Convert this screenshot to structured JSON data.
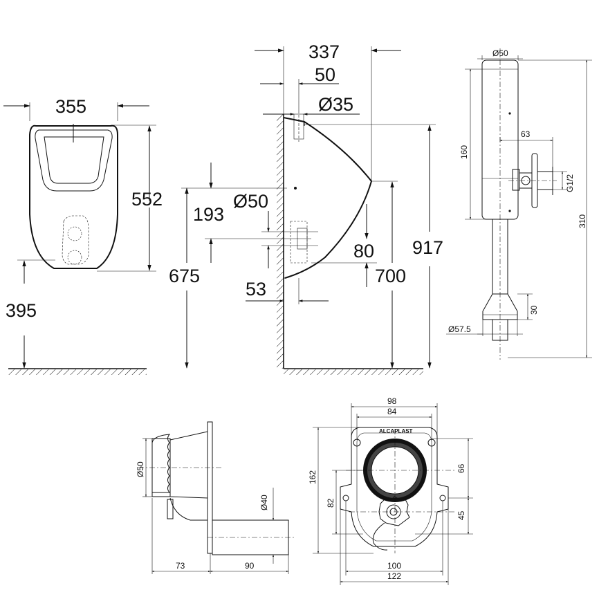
{
  "front_view": {
    "dim_width": "355",
    "dim_height": "552",
    "dim_floor": "395"
  },
  "side_view": {
    "dim_depth": "337",
    "dim_inlet_offset": "50",
    "dim_inlet_diameter": "Ø35",
    "dim_inlet_to_outlet": "193",
    "dim_outlet_diameter": "Ø50",
    "dim_outlet_center": "80",
    "dim_outlet_height": "675",
    "dim_bottom_height": "700",
    "dim_top_height": "917",
    "dim_wall_offset": "53"
  },
  "flush_valve": {
    "dim_top_diameter": "Ø50",
    "dim_arm_length": "63",
    "dim_body_height": "160",
    "dim_thread": "G1/2",
    "dim_total_height": "310",
    "dim_collar_height": "30",
    "dim_collar_diameter": "Ø57.5"
  },
  "siphon_side": {
    "dim_outlet_diameter": "Ø50",
    "dim_pipe_diameter": "Ø40",
    "dim_depth": "73",
    "dim_pipe_length": "90"
  },
  "siphon_front": {
    "dim_outer_width": "98",
    "dim_inner_width": "84",
    "dim_height": "162",
    "dim_inner_height": "82",
    "dim_upper_offset": "66",
    "dim_lower_offset": "45",
    "dim_base_width": "100",
    "dim_total_width": "122",
    "brand_logo": "ALCAPLAST"
  }
}
